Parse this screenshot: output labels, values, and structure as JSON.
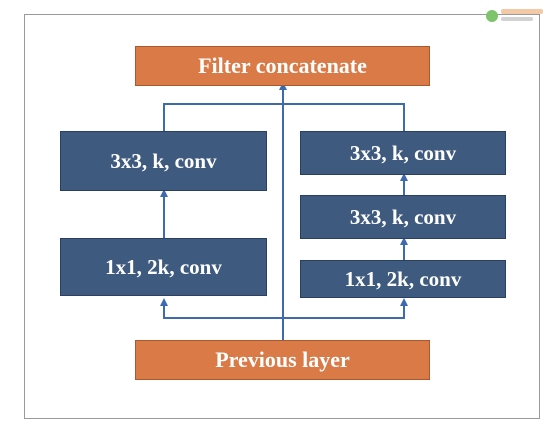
{
  "diagram": {
    "top_node": "Filter concatenate",
    "bottom_node": "Previous layer",
    "left_branch": [
      "3x3, k, conv",
      "1x1, 2k, conv"
    ],
    "right_branch": [
      "3x3, k, conv",
      "3x3, k, conv",
      "1x1, 2k, conv"
    ]
  },
  "colors": {
    "orange": "#d97a47",
    "blue": "#3e5a7e",
    "line": "#3e6bb0"
  },
  "watermark": {
    "icon": "logo-icon"
  }
}
